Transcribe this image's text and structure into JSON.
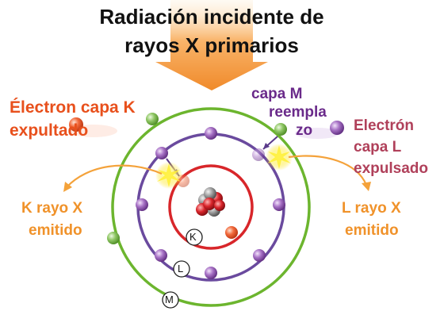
{
  "title": {
    "line1": "Radiación incidente de",
    "line2": "rayos X primarios"
  },
  "labels": {
    "electron_k_line1": "Électron capa K",
    "electron_k_line2": "expultado",
    "capa_m_line1": "capa M",
    "capa_m_line2": "reempla",
    "capa_m_line3": "zo",
    "electron_l_line1": "Electrón",
    "electron_l_line2": "capa L",
    "electron_l_line3": "expulsado",
    "k_ray_line1": "K rayo X",
    "k_ray_line2": "emitido",
    "l_ray_line1": "L rayo X",
    "l_ray_line2": "emitido"
  },
  "shells": {
    "k": "K",
    "l": "L",
    "m": "M"
  },
  "colors": {
    "title": "#111111",
    "electron_k_label": "#e8501c",
    "capa_m_label": "#6a2a8a",
    "electron_l_label": "#b0405a",
    "emitted_label": "#f0922a",
    "arrow": "#f4a23a",
    "shell_k": "#d8262a",
    "shell_l": "#6a4a9e",
    "shell_m": "#6cb52e",
    "electron_l": "#9b59b6",
    "electron_m": "#8cc63f",
    "electron_k": "#f05a28"
  },
  "icons": [
    "incident-xray-arrow-icon",
    "nucleus-icon",
    "starburst-icon",
    "emitted-xray-arrow-icon"
  ]
}
